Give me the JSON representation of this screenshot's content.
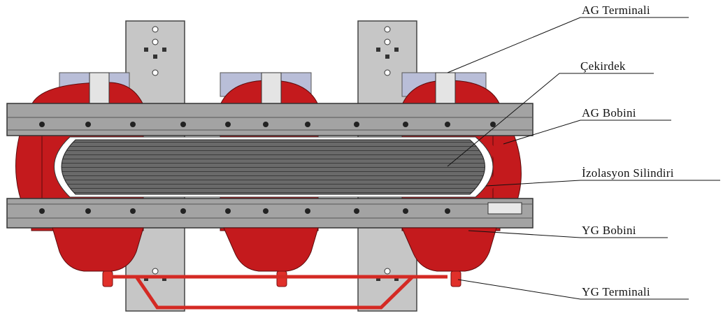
{
  "labels": {
    "ag_terminal": "AG Terminali",
    "core": "Çekirdek",
    "ag_coil": "AG Bobini",
    "insulation": "İzolasyon Silindiri",
    "yg_coil": "YG Bobini",
    "yg_terminal": "YG Terminali"
  },
  "colors": {
    "frame": "#9a9a9a",
    "frame_dark": "#555555",
    "coil_red": "#c0171b",
    "coil_dark": "#7a0f12",
    "core": "#6f6f6f",
    "terminal_red": "#e0302a",
    "plate": "#c9c9c9",
    "block": "#b8bcd6"
  }
}
